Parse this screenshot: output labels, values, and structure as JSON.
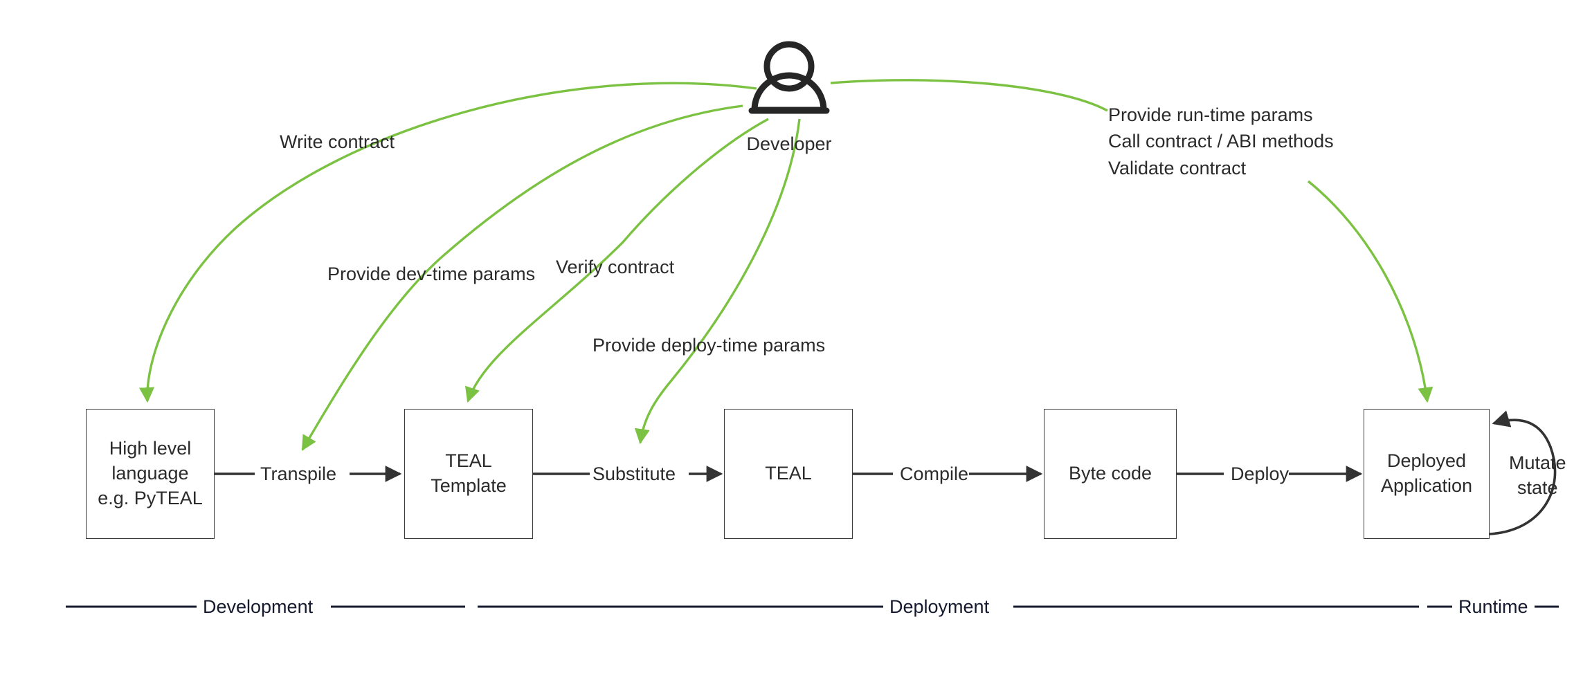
{
  "diagram": {
    "title": "Algorand smart contract development lifecycle",
    "colors": {
      "green": "#7cc242",
      "dark": "#333333",
      "phase_line": "#151a2e",
      "text": "#2b2b2b",
      "background": "#ffffff"
    }
  },
  "actor": {
    "name": "Developer",
    "icon": "person-icon"
  },
  "nodes": [
    {
      "id": "high-level-language",
      "label": "High level\nlanguage\ne.g. PyTEAL",
      "lines": [
        "High level",
        "language",
        "e.g. PyTEAL"
      ]
    },
    {
      "id": "teal-template",
      "label": "TEAL\nTemplate",
      "lines": [
        "TEAL",
        "Template"
      ]
    },
    {
      "id": "teal",
      "label": "TEAL",
      "lines": [
        "TEAL"
      ]
    },
    {
      "id": "byte-code",
      "label": "Byte code",
      "lines": [
        "Byte code"
      ]
    },
    {
      "id": "deployed-application",
      "label": "Deployed\nApplication",
      "lines": [
        "Deployed",
        "Application"
      ]
    }
  ],
  "flow_edges": [
    {
      "id": "transpile",
      "label": "Transpile",
      "from": "high-level-language",
      "to": "teal-template"
    },
    {
      "id": "substitute",
      "label": "Substitute",
      "from": "teal-template",
      "to": "teal"
    },
    {
      "id": "compile",
      "label": "Compile",
      "from": "teal",
      "to": "byte-code"
    },
    {
      "id": "deploy",
      "label": "Deploy",
      "from": "byte-code",
      "to": "deployed-application"
    },
    {
      "id": "mutate-state",
      "label": "Mutate\nstate",
      "lines": [
        "Mutate",
        "state"
      ],
      "from": "deployed-application",
      "to": "deployed-application"
    }
  ],
  "actor_edges": [
    {
      "id": "write-contract",
      "label": "Write contract",
      "target": "high-level-language"
    },
    {
      "id": "provide-dev-time-params",
      "label": "Provide dev-time params",
      "target": "transpile"
    },
    {
      "id": "verify-contract",
      "label": "Verify contract",
      "target": "teal-template"
    },
    {
      "id": "provide-deploy-time-params",
      "label": "Provide deploy-time params",
      "target": "substitute"
    },
    {
      "id": "runtime-actions",
      "label": "Provide run-time params\nCall contract / ABI methods\nValidate contract",
      "lines": [
        "Provide run-time params",
        "Call contract / ABI methods",
        "Validate contract"
      ],
      "target": "deployed-application"
    }
  ],
  "phases": [
    {
      "id": "development",
      "label": "Development"
    },
    {
      "id": "deployment",
      "label": "Deployment"
    },
    {
      "id": "runtime",
      "label": "Runtime"
    }
  ]
}
